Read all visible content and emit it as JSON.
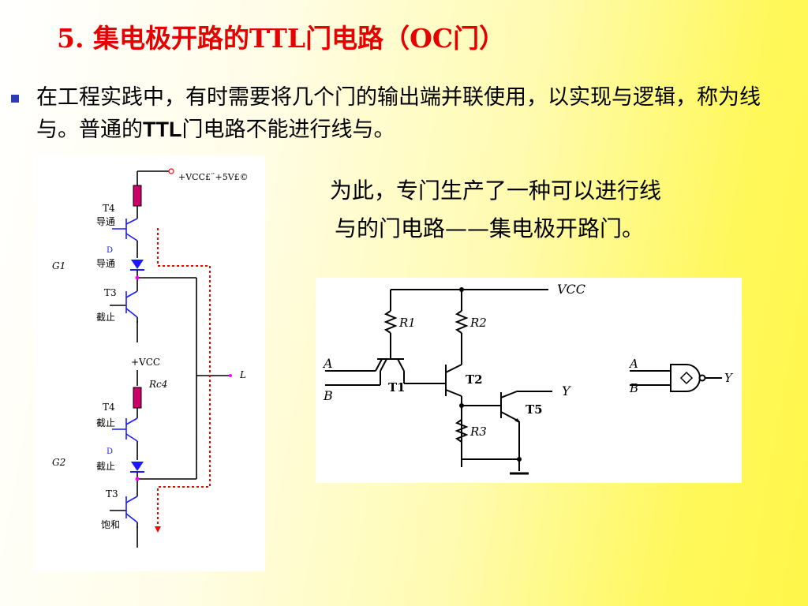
{
  "slide": {
    "title": "5. 集电极开路的TTL门电路（OC门）",
    "bullet": {
      "text_before": "在工程实践中，有时需要将几个门的输出端并联使用，以实现与逻辑，称为线与。普通的",
      "text_bold": "TTL",
      "text_after": "门电路不能进行线与。"
    },
    "side_line1": "为此，专门生产了一种可以进行线",
    "side_line2": "与的门电路——集电极开路门。"
  },
  "left_circuit": {
    "vcc_top": "+VCC£¨+5V£©",
    "g1": "G1",
    "g2": "G2",
    "t4_top": "T4",
    "t4_top_state": "导通",
    "d_top": "D",
    "d_top_state": "导通",
    "t3_top": "T3",
    "t3_top_state": "截止",
    "vcc_mid": "+VCC",
    "rc4": "Rc4",
    "t4_bot": "T4",
    "t4_bot_state": "截止",
    "d_bot": "D",
    "d_bot_state": "截止",
    "t3_bot": "T3",
    "t3_bot_state": "饱和",
    "output": "L"
  },
  "right_circuit": {
    "vcc": "VCC",
    "r1": "R1",
    "r2": "R2",
    "r3": "R3",
    "t1": "T1",
    "t2": "T2",
    "t5": "T5",
    "in_a": "A",
    "in_b": "B",
    "out_y": "Y",
    "sym_a": "A",
    "sym_b": "B",
    "sym_y": "Y"
  },
  "colors": {
    "title": "#e60000",
    "bullet": "#2e3bb5",
    "wire": "#000000",
    "transistor": "#1a1aff",
    "resistor": "#cc0066",
    "dotted": "#ff0000",
    "junction": "#ff00ff"
  }
}
